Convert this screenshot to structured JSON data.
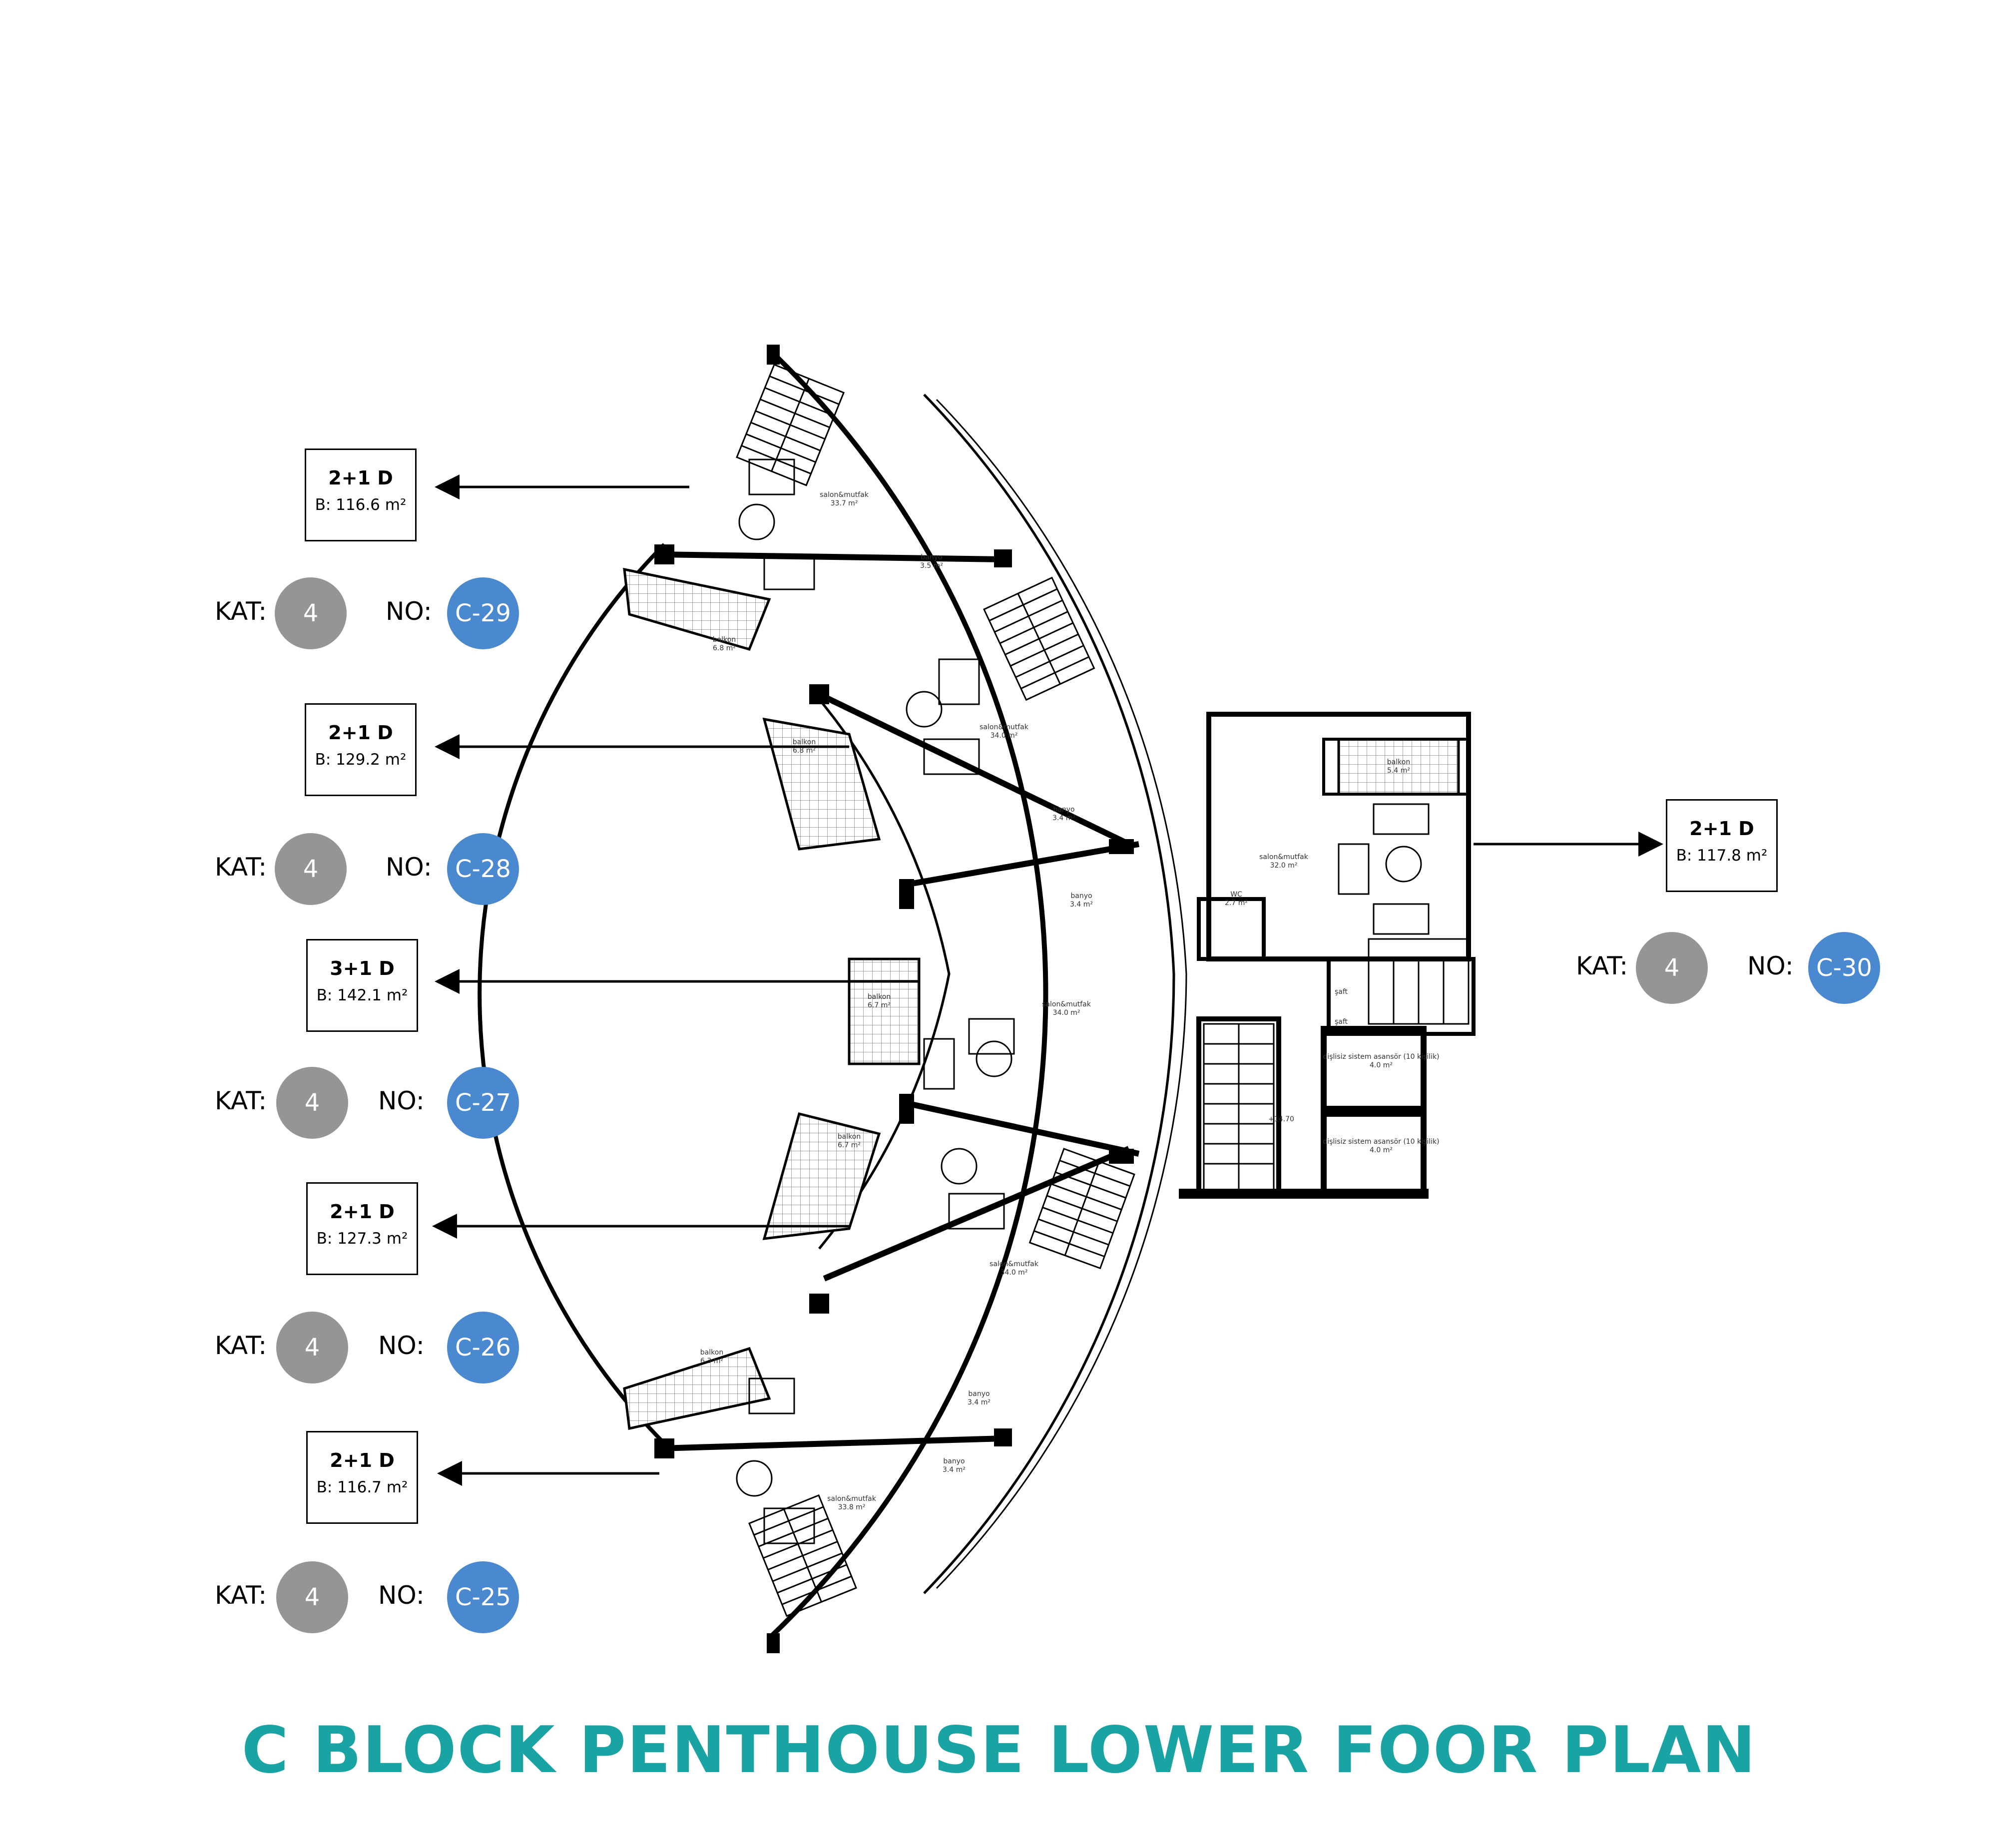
{
  "title": "C BLOCK PENTHOUSE LOWER FOOR PLAN",
  "colors": {
    "title": "#1aa3a3",
    "floor_badge": "#959595",
    "number_badge": "#4a88cf"
  },
  "units": [
    {
      "type": "2+1 D",
      "area": "B: 116.6 m²",
      "kat_label": "KAT:",
      "floor": "4",
      "no_label": "NO:",
      "number": "C-29"
    },
    {
      "type": "2+1 D",
      "area": "B: 129.2 m²",
      "kat_label": "KAT:",
      "floor": "4",
      "no_label": "NO:",
      "number": "C-28"
    },
    {
      "type": "3+1 D",
      "area": "B: 142.1 m²",
      "kat_label": "KAT:",
      "floor": "4",
      "no_label": "NO:",
      "number": "C-27"
    },
    {
      "type": "2+1 D",
      "area": "B: 127.3 m²",
      "kat_label": "KAT:",
      "floor": "4",
      "no_label": "NO:",
      "number": "C-26"
    },
    {
      "type": "2+1 D",
      "area": "B: 116.7 m²",
      "kat_label": "KAT:",
      "floor": "4",
      "no_label": "NO:",
      "number": "C-25"
    },
    {
      "type": "2+1 D",
      "area": "B: 117.8 m²",
      "kat_label": "KAT:",
      "floor": "4",
      "no_label": "NO:",
      "number": "C-30"
    }
  ],
  "rooms": [
    {
      "name": "salon&mutfak",
      "area": "33.7 m²"
    },
    {
      "name": "banyo",
      "area": "3.5 m²"
    },
    {
      "name": "balkon",
      "area": "6.8 m²"
    },
    {
      "name": "salon&mutfak",
      "area": "34.0 m²"
    },
    {
      "name": "balkon",
      "area": "6.8 m²"
    },
    {
      "name": "banyo",
      "area": "3.4 m²"
    },
    {
      "name": "banyo",
      "area": "3.4 m²"
    },
    {
      "name": "salon&mutfak",
      "area": "34.0 m²"
    },
    {
      "name": "balkon",
      "area": "6.7 m²"
    },
    {
      "name": "balkon",
      "area": "6.7 m²"
    },
    {
      "name": "salon&mutfak",
      "area": "34.0 m²"
    },
    {
      "name": "balkon",
      "area": "6.3 m²"
    },
    {
      "name": "banyo",
      "area": "3.4 m²"
    },
    {
      "name": "banyo",
      "area": "3.4 m²"
    },
    {
      "name": "salon&mutfak",
      "area": "33.8 m²"
    },
    {
      "name": "balkon",
      "area": "5.4 m²"
    },
    {
      "name": "salon&mutfak",
      "area": "32.0 m²"
    },
    {
      "name": "WC",
      "area": "2.7 m²"
    },
    {
      "name": "dişlisiz sistem asansör (10 kişilik)",
      "area": "4.0 m²"
    },
    {
      "name": "dişlisiz sistem asansör (10 kişilik)",
      "area": "4.0 m²"
    }
  ],
  "level_mark": "+14.70",
  "shaft_labels": [
    "şaft",
    "şaft"
  ]
}
